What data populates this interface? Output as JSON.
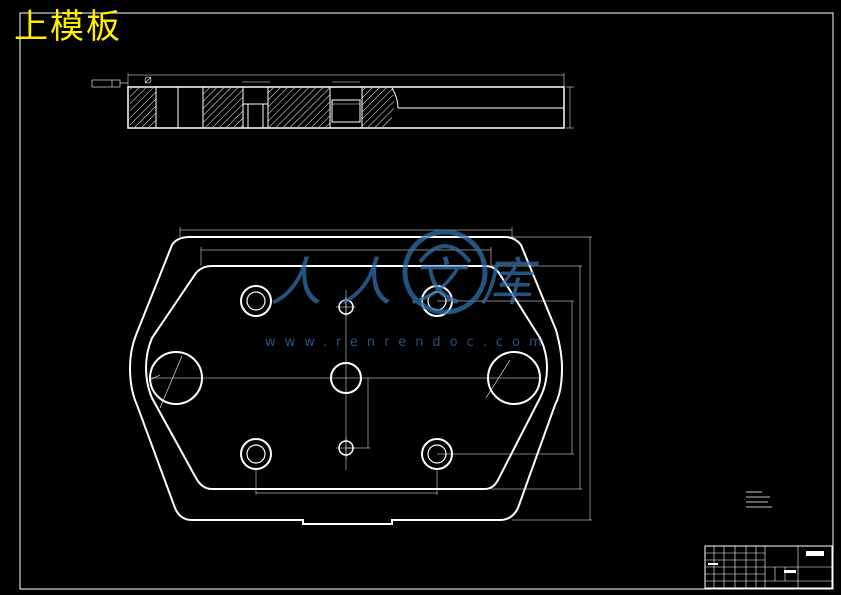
{
  "drawing_title": "上模板",
  "watermark": {
    "text": "人人文库",
    "url": "www.renrendoc.com"
  },
  "colors": {
    "background": "#000000",
    "lines": "#ffffff",
    "title": "#ffee00",
    "watermark": "#2f6fa8"
  }
}
